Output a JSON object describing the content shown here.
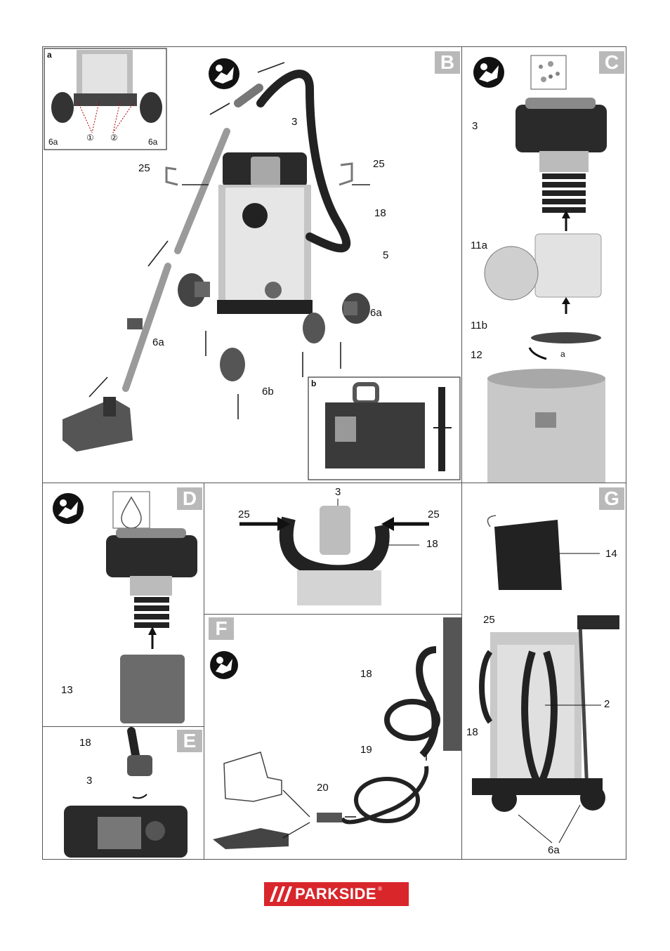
{
  "panels": {
    "B": {
      "letter": "B",
      "inset_a": "a",
      "inset_b": "b",
      "circ1": "①",
      "circ2": "②",
      "labels": {
        "l3": "3",
        "l25a": "25",
        "l25b": "25",
        "l18": "18",
        "l5": "5",
        "l6a_1": "6a",
        "l6a_2": "6a",
        "l6b": "6b",
        "ia_6a_1": "6a",
        "ia_6a_2": "6a"
      }
    },
    "C": {
      "letter": "C",
      "labels": {
        "l3": "3",
        "l11a": "11a",
        "l11b": "11b",
        "l12": "12",
        "la": "a"
      }
    },
    "D": {
      "letter": "D",
      "labels": {
        "l13": "13"
      }
    },
    "E": {
      "letter": "E",
      "labels": {
        "l18": "18",
        "l3": "3"
      }
    },
    "EF_top": {
      "labels": {
        "l3": "3",
        "l25a": "25",
        "l25b": "25",
        "l18": "18"
      }
    },
    "F": {
      "letter": "F",
      "labels": {
        "l18": "18",
        "l19": "19",
        "l20": "20"
      }
    },
    "G": {
      "letter": "G",
      "labels": {
        "l14": "14",
        "l25": "25",
        "l2": "2",
        "l18": "18",
        "l6a": "6a"
      }
    }
  },
  "brand": {
    "name": "PARKSIDE",
    "mark": "®"
  },
  "colors": {
    "accent": "#d8262b",
    "letter_bg": "#b9b9b9",
    "frame": "#555555"
  }
}
